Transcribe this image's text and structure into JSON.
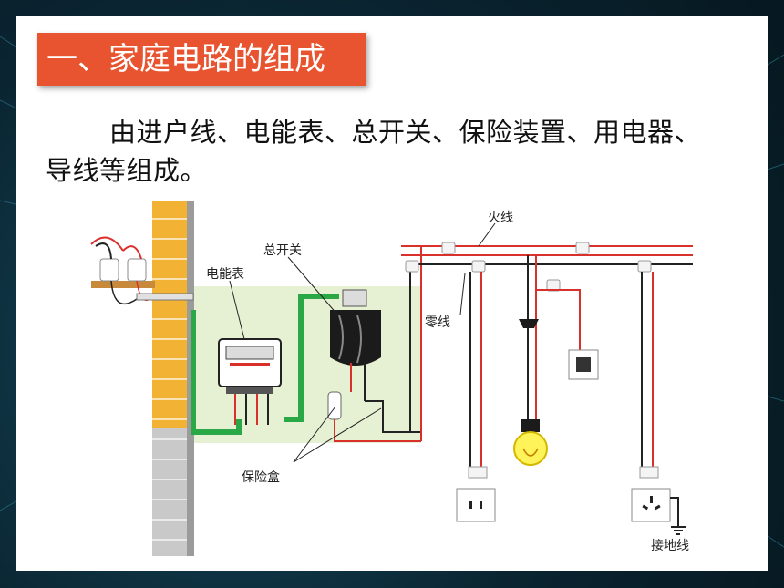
{
  "title": "一、家庭电路的组成",
  "paragraph": "由进户线、电能表、总开关、保险装置、用电器、导线等组成。",
  "diagram": {
    "labels": {
      "meter": "电能表",
      "main_switch": "总开关",
      "live_wire": "火线",
      "neutral_wire": "零线",
      "fuse_box": "保险盒",
      "ground_wire": "接地线"
    }
  },
  "colors": {
    "title_bg": "#e8542f",
    "live": "#d9302c",
    "neutral": "#222222",
    "ground": "#2aa845",
    "wall": "#f2b233",
    "panel": "#e6f0d2"
  }
}
